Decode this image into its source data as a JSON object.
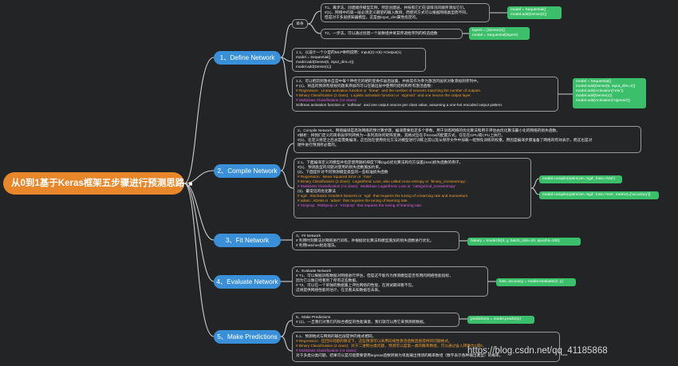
{
  "root": {
    "title": "从0到1基于Keras框架五步骤进行预测思路",
    "tag": "■"
  },
  "branches": {
    "define": {
      "label": "1、Define Network",
      "group_label": "单条"
    },
    "compile": {
      "label": "2、Compile Network"
    },
    "fit": {
      "label": "3、Fit Network"
    },
    "evaluate": {
      "label": "4、Evaluate Network"
    },
    "predict": {
      "label": "5、Make Predictions"
    }
  },
  "define": {
    "t1": "T1、再步法，创建顺序模型实例，然后创建层，并按照它们在该情况的顺序添加它们。",
    "t1b": "#(1)、网络中的第一层必须定义期望的输入数目，而使的方式可以根据网络类型而不同，",
    "t1c": "但是对于多层感知器模型，这是由input_dim属性指定的。",
    "t2": "T2、一步法，可以通过创建一个层数组并将其传递给序列的构造函数",
    "code1": [
      "model = Sequential()",
      "model.add(Dense(2))"
    ],
    "code2": [
      "layers = [Dense(2)]",
      "model = Sequential(layers)"
    ],
    "s11": [
      "1.1、以设计一个小型的MLP举例说明：Input(2)->(5)->Output(1)",
      "model = Sequential()",
      "model.add(Dense(5, input_dim=2))",
      "model.add(Dense(1))"
    ],
    "s12": [
      "1.2、可以把前到激杀自是中每个神经元的相的变换作层后层集，并依其作为参为激活的层状对象添加到序列中。",
      "# (1)、将选的预测有接规问题来添加的可以在输出层中使用的结构和所有激活函数：",
      "# Regression:  Linear activation function or  'linear'  and the number of neurons matching the number of outputs.",
      "# Binary Classification (2 class):  Logistic activation function or  'sigmoid'  and one neuron the output layer.",
      "# Multiclass Classification (>2 class):",
      "Softmax activation function or  'softmax'  and one output neuron per class value, assuming a one-hot encoded output pattern."
    ],
    "code3": [
      "model = Sequential()",
      "model.add(Dense(5, input_dim=2))",
      "model.add(Activation('relu'))",
      "model.add(Dense(1))",
      "model.add(Activation('sigmoid'))"
    ]
  },
  "compile": {
    "s2": [
      "2、Compile Network，网络编译是高效网络的预计算步骤。编译需要指定多个参数，用于训练网络的优化算法和用于评估由优化算法最小化的网络的损失函数。",
      "#解析：将我们定义的简单层序列转换为一系列高效的矩阵变换，其格式旨在于Keras的配置方式，在在在GPU或CPU上执行。",
      "#(1)、在定义修定之后总是需要编译，这包括在使用优化方法对模型进行训练之前以及从保存文件中加载一组预先训练的权重。原因是编译步骤准备了网络的有效表示，而这也是对",
      "硬件进行预测所必需的。"
    ],
    "s21": [
      "2.1、下面编译定义的模型并指定使用随机梯度下降(sgd)优化算法和均方误差(mse)损失函数的例子。",
      "#(1)、预测类型的问题对使用的损失函数施加约束。",
      "(2)、下面是针对不同预测模型类型的一些标准损失函数",
      "# Regression:  Mean Squared Error or  'mse' .",
      "# Binary Classification (2 class):  Logarithmic Loss, also called cross entropy or  'binary_crossentropy' .",
      "# Multiclass Classification (>2 class):  Multiclass Logarithmic Loss or  'categorical_crossentropy' .",
      "(3)、最常见的优化算法",
      "# sgd:  Stochastic Gradient Descent or  'sgd'  that requires the tuning of a learning rate and momentum.",
      "# adam:  ADAM or  'adam'  that requires the tuning of learning rate.",
      "# rmsprop:  RMSprop or  'rmsprop'  that requires the tuning of learning rate."
    ],
    "code1": "model.compile(optimizer='sgd', loss='mse')",
    "code2": "model.compile(optimizer='sgd', loss='mse', metrics=['accuracy'])"
  },
  "fit": {
    "s3": [
      "3、Fit Network",
      "# 利用时刻算法对网络进行训练，并根据优化算法和模型施加的损失函数进行优化。",
      "# 利用batches批处理法。"
    ],
    "code": "history = model.fit(X, y, batch_size=10, epochs=100)"
  },
  "evaluate": {
    "s4": [
      "4、Evaluate Network",
      "# T1、可以根据训练数据对网络进行评估，但是这不能作为预测模型是否有用的网络性能指标，",
      "因为它以做已经看到了所有这些数据。",
      "# T2、可以在一个单独的数据集上评估网络的性能，在测试期间看不见。",
      "这将提供网络性能的估计，在见看未知数据在未来。"
    ],
    "code": "loss, accuracy = model.evaluate(X, y)"
  },
  "predict": {
    "s5": [
      "5、Make Predictions",
      "# (1)、一旦我们对我们的拟合模型的性能满意，我们就可以用它来预测新数据。"
    ],
    "code": "predictions = model.predict(x)",
    "s51": [
      "5.1、预测格式与网络的输出层提供的格式相同。",
      "# Regression:  在回归问题的情况下，这些预测可以采用向线性激活函数直接提供的问题格式。",
      "# Binary Classification (2 class):  对于二进制分类问题，预测可以是第一类的概率数组，可以通过舍入转换为1或0。",
      "# Multiclass Classification (>2 class):",
      "对于多类分类问题，结果可以是可能需要使用argmax函数转换为单类输出预测的概率数组（数字表示各种输出类型）的概率。"
    ]
  },
  "watermark": "https://blog.csdn.net/qq_41185868",
  "colors": {
    "root": "#e8862a",
    "branch": "#3a90d8",
    "code": "#3cbf6a",
    "connector": "#cfcfcf",
    "highlight": "#f0a030",
    "magenta": "#e060e0",
    "background": "#222426"
  }
}
